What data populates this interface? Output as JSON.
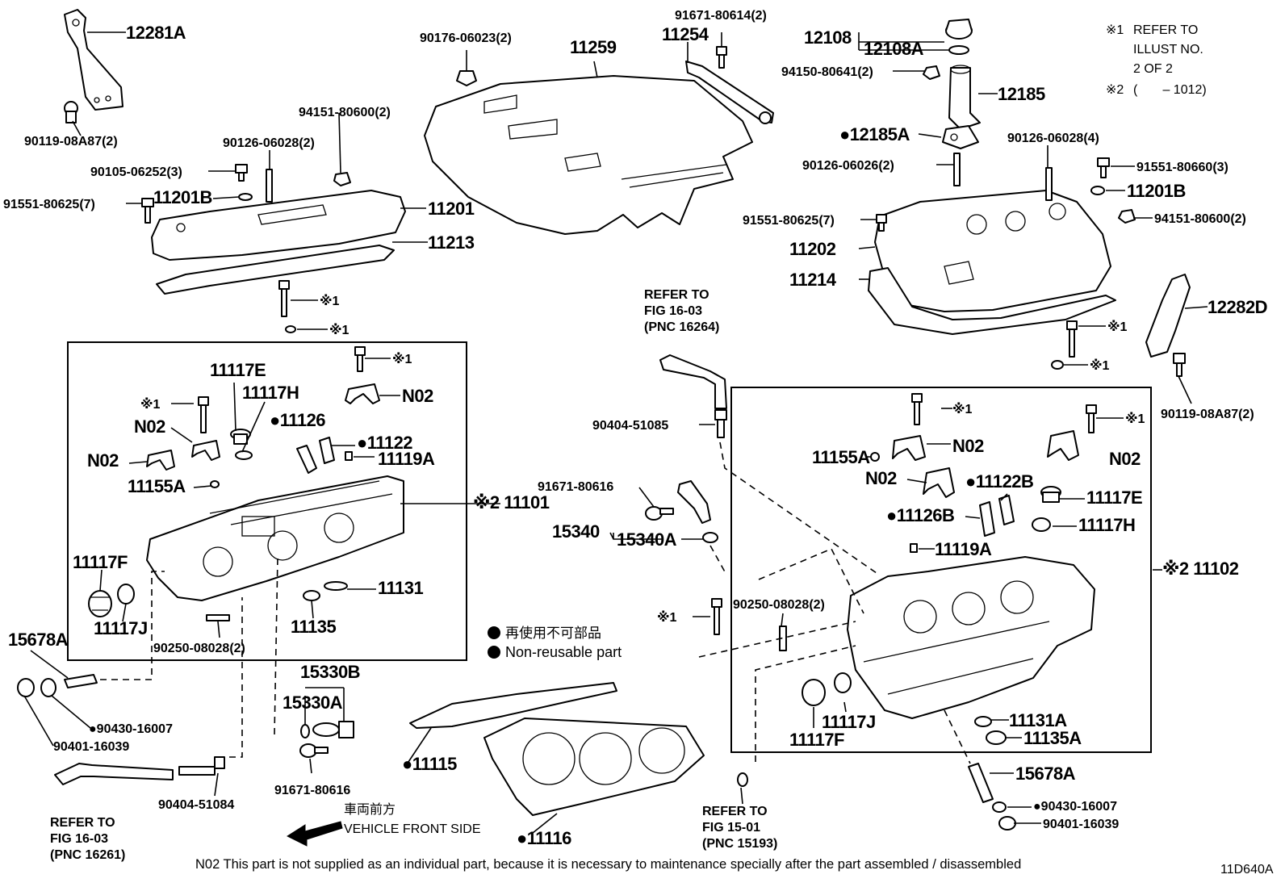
{
  "diagram_code": "11D640A",
  "legend": {
    "ref1_mark": "※1",
    "ref1_text_1": "REFER TO",
    "ref1_text_2": "ILLUST NO.",
    "ref1_text_3": "2 OF 2",
    "ref2_mark": "※2",
    "ref2_text": "(       – 1012)",
    "nonreusable_jp": "再使用不可部品",
    "nonreusable_en": "Non-reusable part",
    "vehicle_front_jp": "車両前方",
    "vehicle_front_en": "VEHICLE FRONT SIDE",
    "footnote": "N02  This part is not supplied as an individual part, because it is necessary to maintenance specially after the part assembled / disassembled"
  },
  "refs": {
    "fig_16_03_a": [
      "REFER TO",
      "FIG 16-03",
      "(PNC 16264)"
    ],
    "fig_16_03_b": [
      "REFER TO",
      "FIG 16-03",
      "(PNC 16261)"
    ],
    "fig_15_01": [
      "REFER TO",
      "FIG 15-01",
      "(PNC 15193)"
    ]
  },
  "labels": {
    "p12281A": "12281A",
    "p90119_l": "90119-08A87(2)",
    "p90176": "90176-06023(2)",
    "p11259": "11259",
    "p91671_80614": "91671-80614(2)",
    "p11254": "11254",
    "p12108": "12108",
    "p12108A": "12108A",
    "p94150": "94150-80641(2)",
    "p12185": "12185",
    "p12185A": "●12185A",
    "p90126_06026": "90126-06026(2)",
    "p90126_06028_4": "90126-06028(4)",
    "p91551_80660": "91551-80660(3)",
    "p11201B_r": "11201B",
    "p94151_r": "94151-80600(2)",
    "p91551_80625_r": "91551-80625(7)",
    "p11202": "11202",
    "p11214": "11214",
    "p12282D": "12282D",
    "p90119_r": "90119-08A87(2)",
    "p94151_l": "94151-80600(2)",
    "p90126_06028_2": "90126-06028(2)",
    "p90105": "90105-06252(3)",
    "p11201B_l": "11201B",
    "p11201": "11201",
    "p91551_80625_l": "91551-80625(7)",
    "p11213": "11213",
    "ref1": "※1",
    "p11117E_l": "11117E",
    "p11117H_l": "11117H",
    "p11126": "●11126",
    "p11122": "●11122",
    "p11119A_l": "11119A",
    "p11155A_l": "11155A",
    "p11101": "※2 11101",
    "p11117F_l": "11117F",
    "p11117J_l": "11117J",
    "p90250_l": "90250-08028(2)",
    "p11131": "11131",
    "p11135": "11135",
    "n02": "N02",
    "p15678A_l": "15678A",
    "p90430_l": "●90430-16007",
    "p90401_l": "90401-16039",
    "p90404_51084": "90404-51084",
    "p15330B": "15330B",
    "p15330A": "15330A",
    "p91671_80616_b": "91671-80616",
    "p11115": "●11115",
    "p11116": "●11116",
    "p90404_51085": "90404-51085",
    "p91671_80616_a": "91671-80616",
    "p15340": "15340",
    "p15340A": "15340A",
    "p11155A_r": "11155A",
    "p11122B": "●11122B",
    "p11117E_r": "11117E",
    "p11126B": "●11126B",
    "p11117H_r": "11117H",
    "p11119A_r": "11119A",
    "p11102": "※2 11102",
    "p90250_r": "90250-08028(2)",
    "p11117J_r": "11117J",
    "p11117F_r": "11117F",
    "p11131A": "11131A",
    "p11135A": "11135A",
    "p15678A_r": "15678A",
    "p90430_r": "●90430-16007",
    "p90401_r": "90401-16039"
  }
}
